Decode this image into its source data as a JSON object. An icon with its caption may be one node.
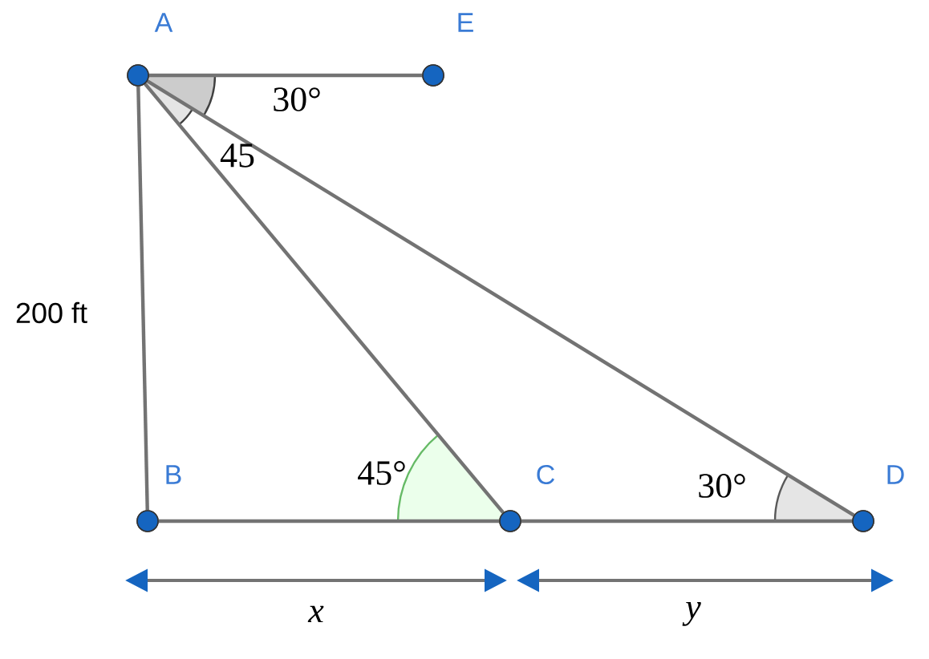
{
  "diagram": {
    "nodes": [
      {
        "text": [
          "A"
        ]
      },
      {
        "text": [
          "E"
        ]
      },
      {
        "text": [
          "B"
        ]
      },
      {
        "text": [
          "C"
        ]
      },
      {
        "text": [
          "D"
        ]
      }
    ],
    "edges": [
      {
        "from": 0,
        "to": 1,
        "arrow": "none"
      },
      {
        "from": 0,
        "to": 2,
        "arrow": "none"
      },
      {
        "from": 0,
        "to": 3,
        "arrow": "none"
      },
      {
        "from": 0,
        "to": 4,
        "arrow": "none"
      },
      {
        "from": 2,
        "to": 3,
        "arrow": "none"
      },
      {
        "from": 3,
        "to": 4,
        "arrow": "none"
      }
    ],
    "labels": [
      "30°",
      "45",
      "200 ft",
      "45°",
      "30°",
      "x",
      "y"
    ]
  }
}
